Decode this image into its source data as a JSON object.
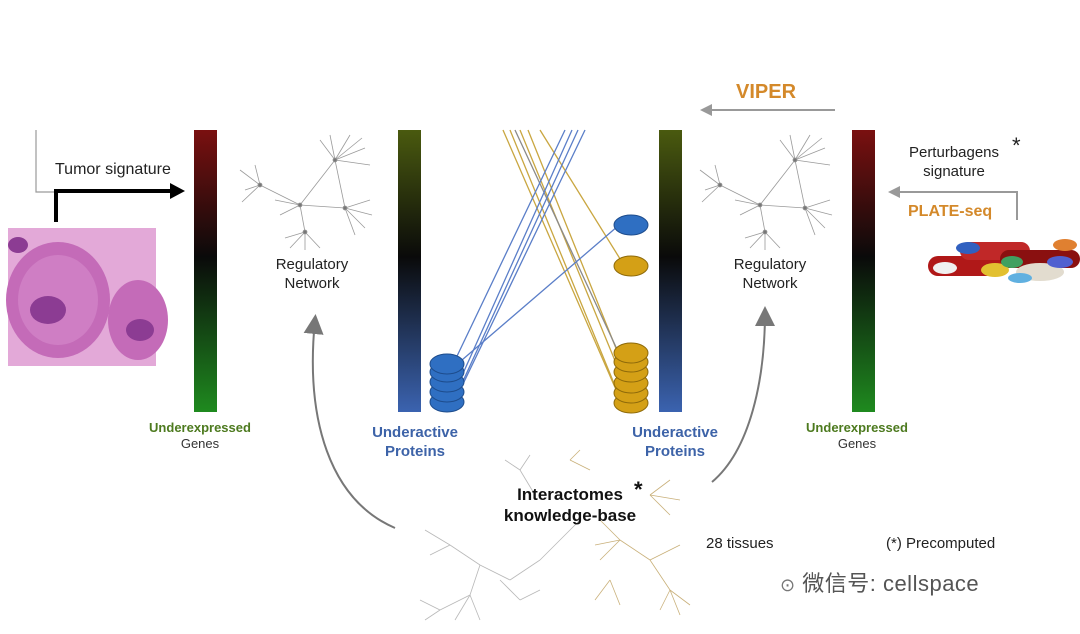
{
  "labels": {
    "tumor_signature": "Tumor signature",
    "regulatory_network_left_l1": "Regulatory",
    "regulatory_network_left_l2": "Network",
    "regulatory_network_right_l1": "Regulatory",
    "regulatory_network_right_l2": "Network",
    "underexpressed_left_l1": "Underexpressed",
    "underexpressed_left_l2": "Genes",
    "underexpressed_right_l1": "Underexpressed",
    "underexpressed_right_l2": "Genes",
    "underactive_left_l1": "Underactive",
    "underactive_left_l2": "Proteins",
    "underactive_right_l1": "Underactive",
    "underactive_right_l2": "Proteins",
    "viper": "VIPER",
    "perturbagens_l1": "Perturbagens",
    "perturbagens_l2": "signature",
    "perturbagens_star": "*",
    "plate_seq": "PLATE-seq",
    "interactomes_l1": "Interactomes",
    "interactomes_star": "*",
    "interactomes_l2": "knowledge-base",
    "tissues": "28 tissues",
    "precomputed": "(*) Precomputed",
    "watermark": "微信号: cellspace"
  },
  "colors": {
    "gene_bar_top": "#7a1010",
    "gene_bar_bottom": "#1f8a1f",
    "protein_bar_top": "#4a5a0f",
    "protein_bar_bottom": "#3b63b0",
    "blue_protein": "#2f6fc2",
    "gold_protein": "#d4a016",
    "viper_orange": "#d4892a"
  }
}
